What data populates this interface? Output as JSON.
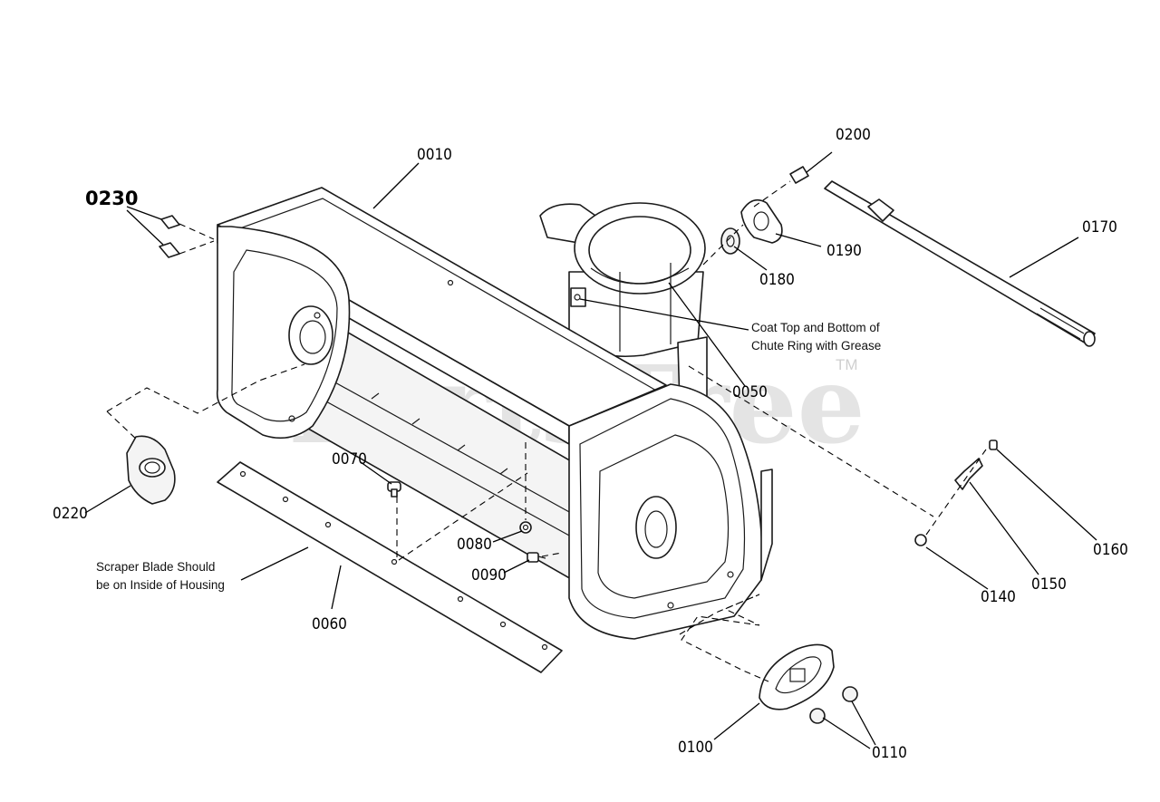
{
  "watermark": {
    "text": "PartsTree",
    "trademark": "TM"
  },
  "callouts": {
    "p0010": "0010",
    "p0050": "0050",
    "p0060": "0060",
    "p0070": "0070",
    "p0080": "0080",
    "p0090": "0090",
    "p0100": "0100",
    "p0110": "0110",
    "p0140": "0140",
    "p0150": "0150",
    "p0160": "0160",
    "p0170": "0170",
    "p0180": "0180",
    "p0190": "0190",
    "p0200": "0200",
    "p0220": "0220",
    "p0230": "0230"
  },
  "notes": {
    "grease_line1": "Coat Top and Bottom of",
    "grease_line2": "Chute Ring with Grease",
    "scraper_line1": "Scraper Blade Should",
    "scraper_line2": "be on Inside of Housing"
  }
}
